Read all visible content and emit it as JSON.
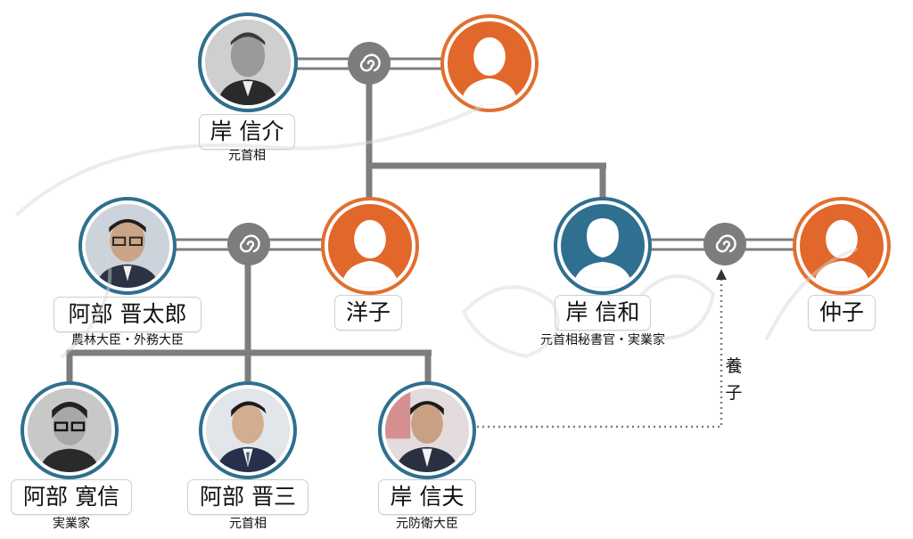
{
  "people": {
    "nobusuke": {
      "name": "岸 信介",
      "title": "元首相",
      "avatar": "photo-man-elderly"
    },
    "wife_nobusuke": {
      "name": "",
      "avatar": "orange-female-silhouette"
    },
    "shintaro": {
      "name": "阿部 晋太郎",
      "title": "農林大臣・外務大臣",
      "avatar": "photo-man-glasses"
    },
    "yoko": {
      "name": "洋子",
      "avatar": "orange-female-silhouette"
    },
    "nobukazu": {
      "name": "岸 信和",
      "title": "元首相秘書官・実業家",
      "avatar": "teal-male-silhouette"
    },
    "nakako": {
      "name": "仲子",
      "avatar": "orange-female-silhouette"
    },
    "hironobu": {
      "name": "阿部 寛信",
      "title": "実業家",
      "avatar": "photo-man-glasses-young"
    },
    "shinzo": {
      "name": "阿部 晋三",
      "title": "元首相",
      "avatar": "photo-man-suit"
    },
    "nobuo": {
      "name": "岸 信夫",
      "title": "元防衛大臣",
      "avatar": "photo-man-suit"
    }
  },
  "adoption_label": "養子",
  "colors": {
    "line": "#7d7d7d",
    "orange": "#e2672a",
    "teal": "#2f6f8f",
    "ring": "#2f6f8f"
  },
  "icons": {
    "marriage": "spiral-ring-icon"
  }
}
